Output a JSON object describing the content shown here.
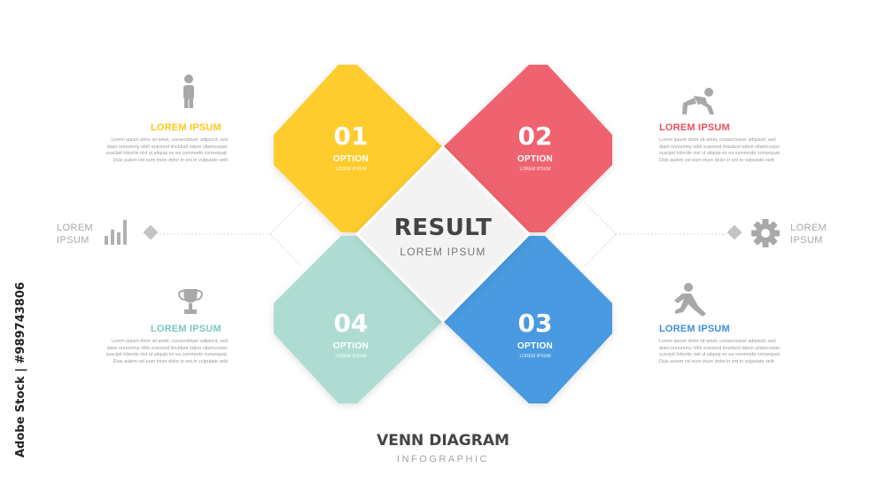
{
  "colors": {
    "yellow": "#FFCC2E",
    "red": "#EF6470",
    "teal": "#AEDCD3",
    "blue": "#4A9AE0",
    "center": "#F3F3F3",
    "text_dark": "#444444",
    "text_gray": "#9a9a9a"
  },
  "center": {
    "title": "RESULT",
    "subtitle": "LOREM IPSUM"
  },
  "petals": [
    {
      "number": "01",
      "option": "OPTION",
      "sub": "LOREM IPSUM"
    },
    {
      "number": "02",
      "option": "OPTION",
      "sub": "LOREM IPSUM"
    },
    {
      "number": "03",
      "option": "OPTION",
      "sub": "LOREM IPSUM"
    },
    {
      "number": "04",
      "option": "OPTION",
      "sub": "LOREM IPSUM"
    }
  ],
  "items": [
    {
      "title": "LOREM IPSUM",
      "icon": "person-standing-icon",
      "desc": "Lorem ipsum dolor sit amet, consectetuer adipiscit, sed diam nonummy nibh euismod tincidunt tation ullamcorper suscipit lobortis nisl ut aliquip ex ea commodo consequat. Duis autem vel eum iriure dolor in ent in vulputate velit"
    },
    {
      "title": "LOREM IPSUM",
      "icon": "person-crawling-icon",
      "desc": "Lorem ipsum dolor sit amet, consectetuer adipiscit, sed diam nonummy nibh euismod tincidunt tation ullamcorper suscipit lobortis nisl ut aliquip ex ea commodo consequat. Duis autem vel eum iriure dolor in ent in vulputate velit"
    },
    {
      "title": "LOREM IPSUM",
      "icon": "person-running-icon",
      "desc": "Lorem ipsum dolor sit amet, consectetuer adipiscit, sed diam nonummy nibh euismod tincidunt tation ullamcorper suscipit lobortis nisl ut aliquip ex ea commodo consequat. Duis autem vel eum iriure dolor in ent in vulputate velit"
    },
    {
      "title": "LOREM IPSUM",
      "icon": "trophy-icon",
      "desc": "Lorem ipsum dolor sit amet, consectetuer adipiscit, sed diam nonummy nibh euismod tincidunt tation ullamcorper suscipit lobortis nisl ut aliquip ex ea commodo consequat. Duis autem vel eum iriure dolor in ent in vulputate velit"
    }
  ],
  "sides": {
    "left": {
      "line1": "LOREM",
      "line2": "IPSUM",
      "icon": "bar-chart-icon"
    },
    "right": {
      "line1": "LOREM",
      "line2": "IPSUM",
      "icon": "gear-icon"
    }
  },
  "footer": {
    "title": "VENN DIAGRAM",
    "subtitle": "INFOGRAPHIC"
  },
  "watermark": {
    "id": "#989743806",
    "brand": "Adobe Stock"
  }
}
